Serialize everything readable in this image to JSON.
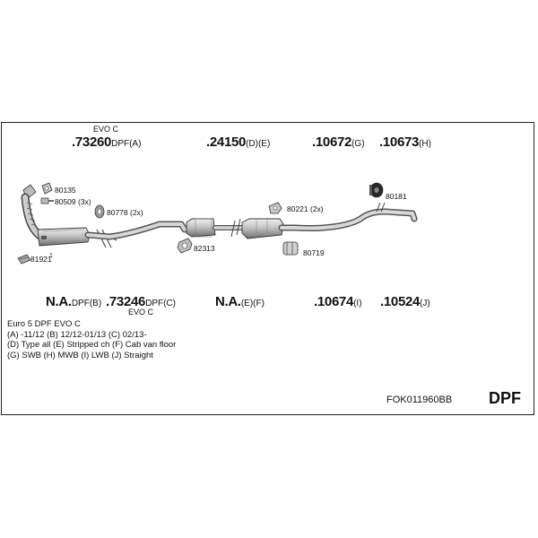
{
  "top_row": {
    "evo_note": "EVO C",
    "p1": {
      "num": ".73260",
      "suffix": "DPF(A)"
    },
    "p2": {
      "num": ".24150",
      "suffix": "(D)(E)"
    },
    "p3": {
      "num": ".10672",
      "suffix": "(G)"
    },
    "p4": {
      "num": ".10673",
      "suffix": "(H)"
    }
  },
  "bottom_row": {
    "p1": {
      "num": "N.A.",
      "suffix": "DPF(B)"
    },
    "p2": {
      "num": ".73246",
      "suffix": "DPF(C)"
    },
    "evo_note": "EVO C",
    "p3": {
      "num": "N.A.",
      "suffix": "(E)(F)"
    },
    "p4": {
      "num": ".10674",
      "suffix": "(I)"
    },
    "p5": {
      "num": ".10524",
      "suffix": "(J)"
    }
  },
  "parts": {
    "a": "80135",
    "b": "80509 (3x)",
    "c": "80778 (2x)",
    "d": "81921",
    "d_sup": "1",
    "e": "82313",
    "f": "80221 (2x)",
    "g": "80719",
    "h": "80181"
  },
  "notes": [
    "Euro 5   DPF EVO C",
    "(A) -11/12 (B) 12/12-01/13 (C) 02/13-",
    "(D) Type all (E) Stripped ch (F) Cab van floor",
    "(G) SWB (H) MWB (I) LWB (J) Straight"
  ],
  "code": "FOK011960BB",
  "system_label": "DPF"
}
